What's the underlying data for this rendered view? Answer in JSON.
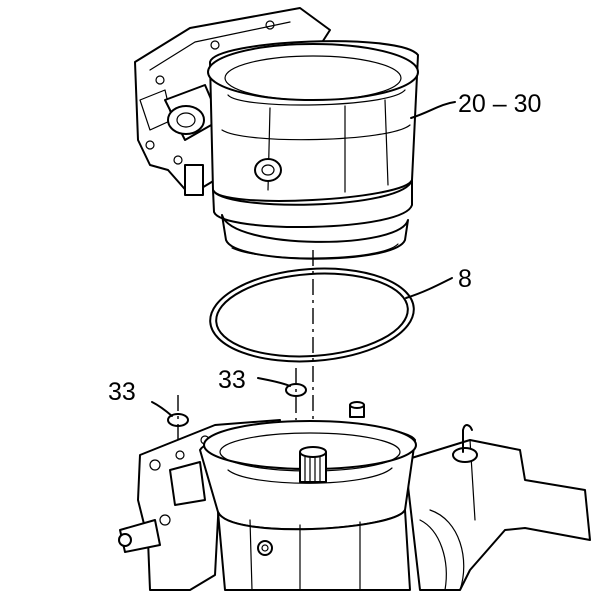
{
  "callouts": {
    "upper_housing": "20 – 30",
    "seal_ring": "8",
    "clip_left": "33",
    "clip_right": "33"
  }
}
